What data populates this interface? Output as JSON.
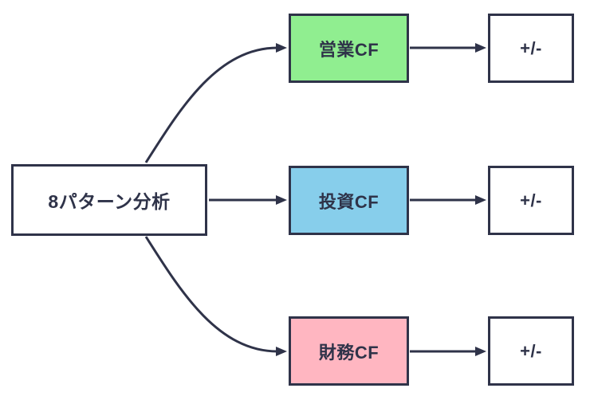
{
  "diagram": {
    "root": {
      "label": "8パターン分析"
    },
    "rows": [
      {
        "id": "operating",
        "cf_label": "営業CF",
        "fill": "#90ee90",
        "result_label": "+/-"
      },
      {
        "id": "investing",
        "cf_label": "投資CF",
        "fill": "#87ceeb",
        "result_label": "+/-"
      },
      {
        "id": "financing",
        "cf_label": "財務CF",
        "fill": "#ffb6c1",
        "result_label": "+/-"
      }
    ],
    "colors": {
      "ink": "#2f3349",
      "canvas_background": "#ffffff"
    }
  }
}
